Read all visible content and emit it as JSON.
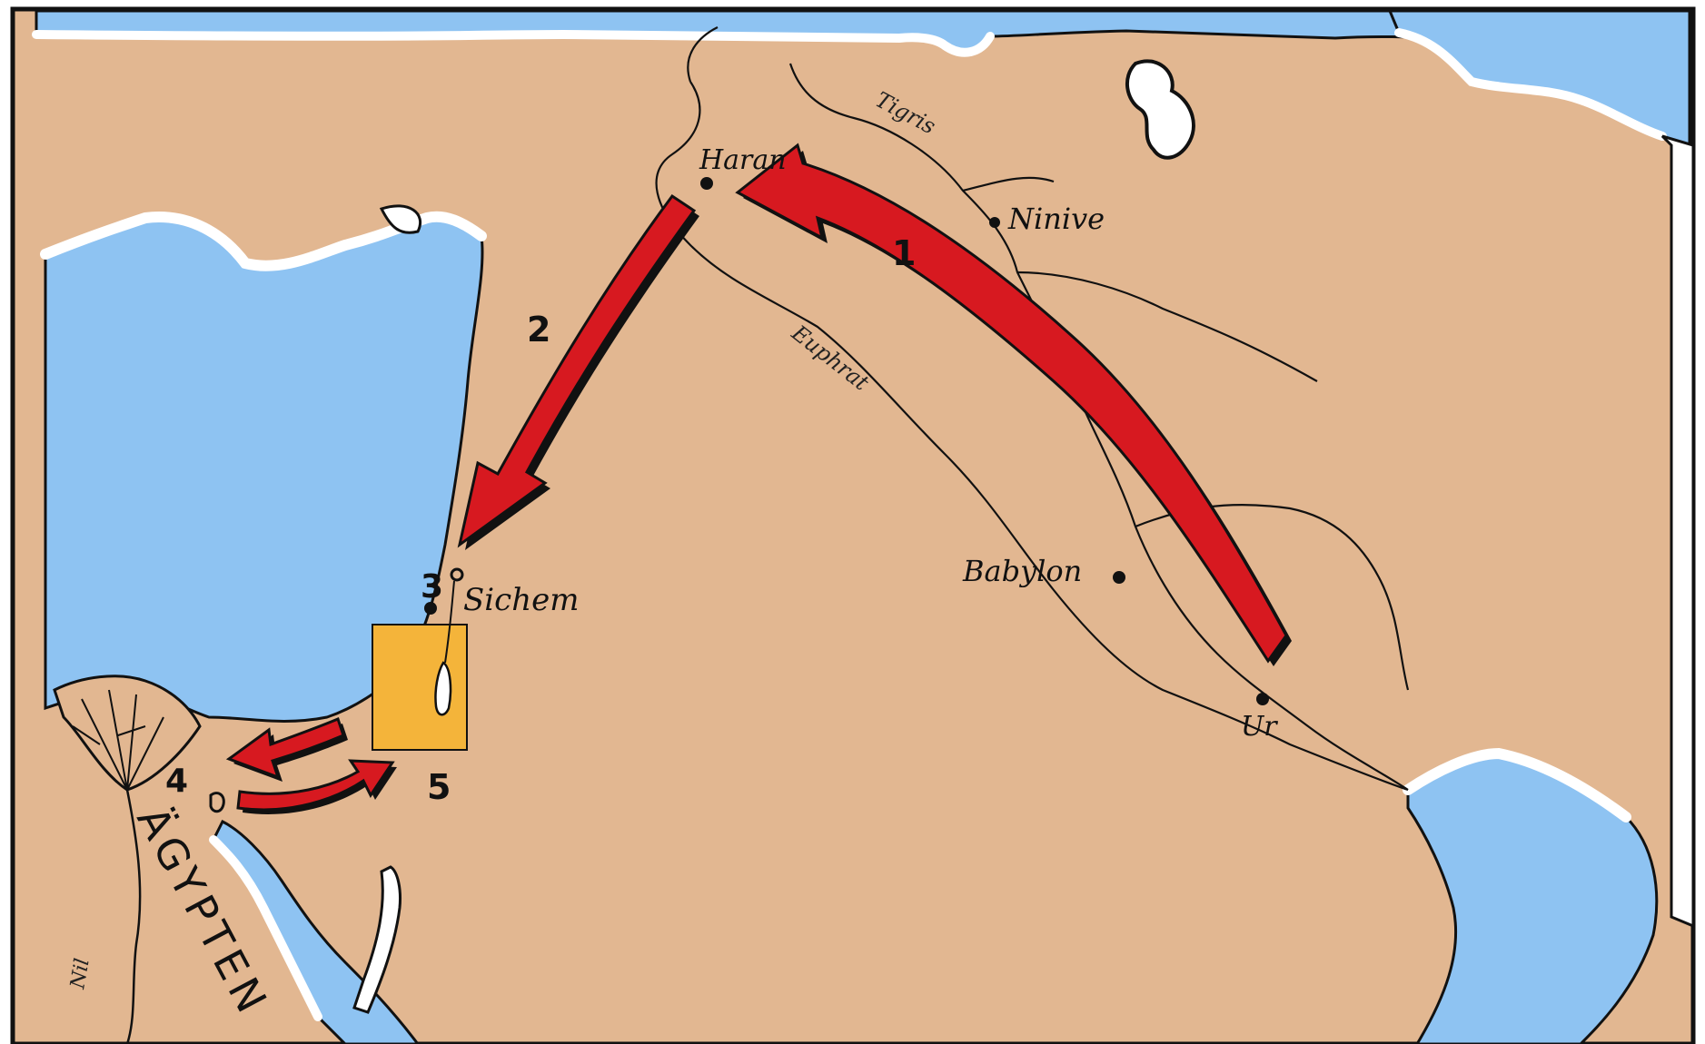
{
  "colors": {
    "land": "#E2B791",
    "sea": "#8EC3F2",
    "coast": "#FFFFFF",
    "outline": "#111111",
    "route_arrow": "#D71920",
    "highlight_box": "#F4B43A"
  },
  "places": {
    "haran": "Haran",
    "ninive": "Ninive",
    "babylon": "Babylon",
    "ur": "Ur",
    "sichem": "Sichem"
  },
  "rivers": {
    "tigris": "Tigris",
    "euphrat": "Euphrat",
    "nil": "Nil"
  },
  "regions": {
    "egypt": "ÄGYPTEN"
  },
  "route_numbers": {
    "r1": "1",
    "r2": "2",
    "r3": "3",
    "r4": "4",
    "r5": "5"
  },
  "icons": {
    "route_arrow": "curved-arrow-icon",
    "city": "city-dot-icon"
  }
}
